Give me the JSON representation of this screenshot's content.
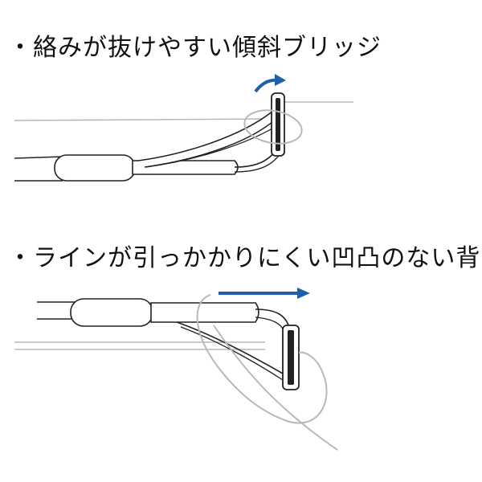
{
  "captions": [
    {
      "text": "・絡みが抜けやすい傾斜ブリッジ"
    },
    {
      "text": "・ラインが引っかかりにくい凹凸のない背中"
    }
  ],
  "colors": {
    "arrow": "#1f5ea8",
    "line": "#b8b8b8",
    "outline": "#222222",
    "fill": "#ffffff"
  },
  "figures": [
    {
      "name": "slanted-bridge-guide",
      "arrow": "curved-arrow-icon",
      "line": "tangled-line-loop"
    },
    {
      "name": "smooth-back-guide",
      "arrow": "right-arrow-icon",
      "line": "sliding-line"
    }
  ]
}
